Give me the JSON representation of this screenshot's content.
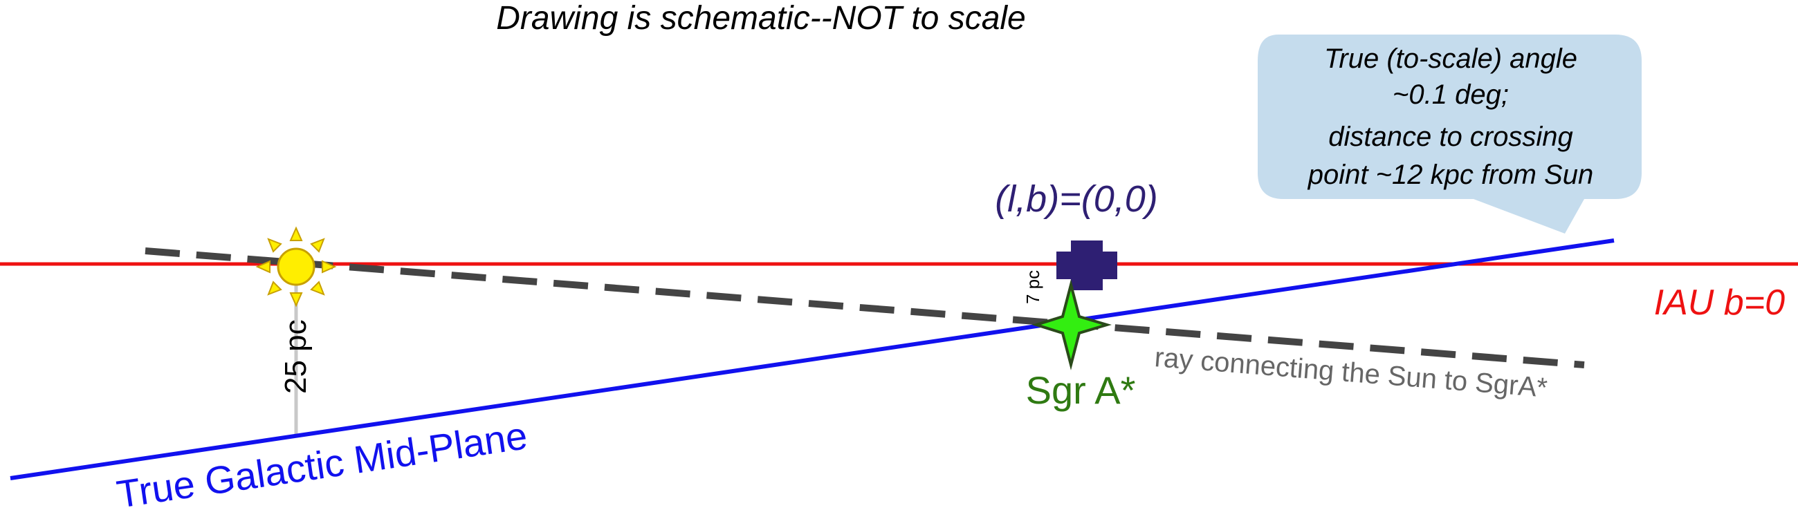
{
  "title": "Drawing is schematic--NOT to scale",
  "callout": {
    "lines": [
      "True (to-scale) angle",
      "~0.1 deg;",
      "distance to crossing",
      "point ~12 kpc from Sun"
    ],
    "fill_color": "#c5dced"
  },
  "origin": {
    "label": "(l,b)=(0,0)",
    "color": "#2e1f73",
    "marker_icon": "plus-icon"
  },
  "iau_line": {
    "label": "IAU b=0",
    "color": "#ee1111"
  },
  "sgr_a": {
    "label": "Sgr A*",
    "label_color": "#2f7a12",
    "marker_color": "#33ee11",
    "marker_icon": "four-point-star-icon"
  },
  "ray": {
    "label": "ray connecting the Sun to SgrA*",
    "line_color": "#444444",
    "label_color": "#666666"
  },
  "galactic_plane": {
    "label": "True Galactic Mid-Plane",
    "color": "#1111ee"
  },
  "sun": {
    "marker_icon": "sun-icon",
    "fill_color": "#ffee00",
    "outline_color": "#c8a000"
  },
  "distances": {
    "sun_to_plane": "25 pc",
    "sgr_to_origin": "7 pc"
  }
}
